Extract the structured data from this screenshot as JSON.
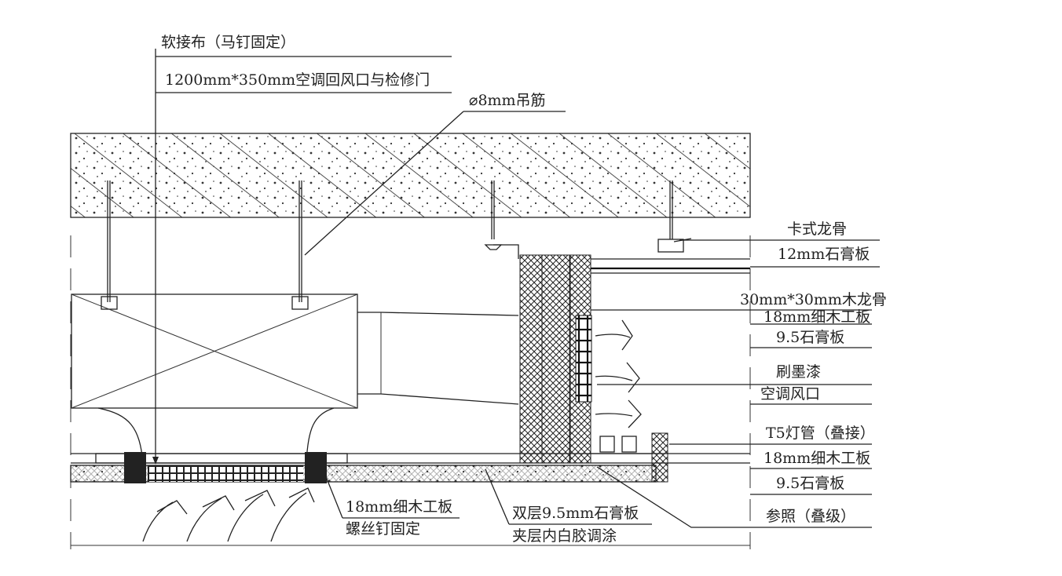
{
  "labels": {
    "soft_joint": "软接布（马钉固定）",
    "return_vent": "1200mm*350mm空调回风口与检修门",
    "hanger_rod": "⌀8mm吊筋",
    "card_keel": "卡式龙骨",
    "gypsum_12": "12mm石膏板",
    "wood_keel": "30mm*30mm木龙骨",
    "blockboard_18_right": "18mm细木工板",
    "gypsum_95_right": "9.5石膏板",
    "paint": "刷墨漆",
    "ac_vent": "空调风口",
    "t5_tube": "T5灯管（叠接）",
    "blockboard_18_right2": "18mm细木工板",
    "gypsum_95_right2": "9.5石膏板",
    "reference": "参照（叠级）",
    "blockboard_18_bottom": "18mm细木工板",
    "screw_fix": "螺丝钉固定",
    "double_gypsum": "双层9.5mm石膏板",
    "interlayer_glue": "夹层内白胶调涂"
  },
  "colors": {
    "line": "#222222",
    "background": "#ffffff"
  }
}
